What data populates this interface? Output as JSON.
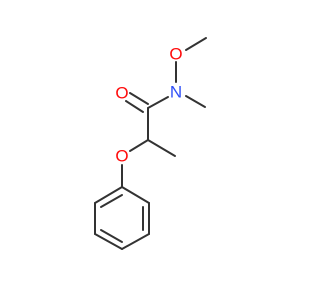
{
  "molecule": {
    "atoms": {
      "O_carbonyl": {
        "label": "O",
        "color": "#ff0d0d"
      },
      "N_amide": {
        "label": "N",
        "color": "#3050f8"
      },
      "O_methoxy": {
        "label": "O",
        "color": "#ff0d0d"
      },
      "O_ether": {
        "label": "O",
        "color": "#ff0d0d"
      }
    },
    "bond_color": "#333333"
  }
}
